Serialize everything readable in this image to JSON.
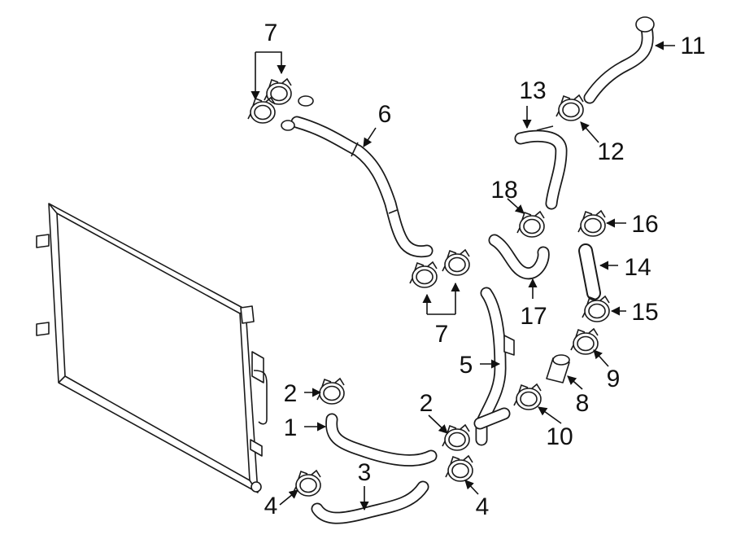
{
  "diagram": {
    "callouts": [
      "1",
      "2",
      "2",
      "3",
      "4",
      "4",
      "5",
      "6",
      "7",
      "7",
      "8",
      "9",
      "10",
      "11",
      "12",
      "13",
      "14",
      "15",
      "16",
      "17",
      "18"
    ]
  }
}
